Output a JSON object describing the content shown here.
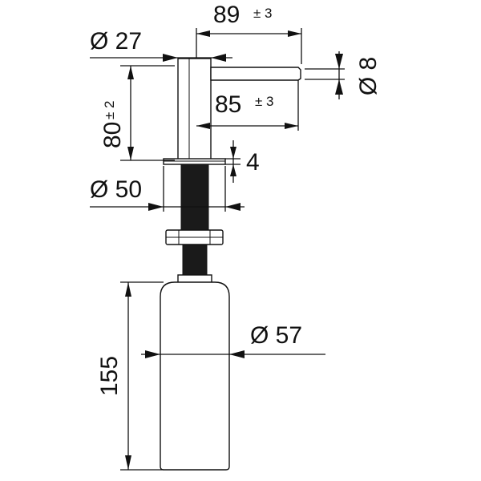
{
  "diagram": {
    "dimensions": {
      "spout_length": {
        "value": "89",
        "tolerance": "± 3"
      },
      "spout_inner_length": {
        "value": "85",
        "tolerance": "± 3"
      },
      "head_diameter": {
        "value": "Ø 27"
      },
      "spout_diameter": {
        "value": "Ø 8"
      },
      "head_height": {
        "value": "80",
        "tolerance": "± 2"
      },
      "flange_thickness": {
        "value": "4"
      },
      "flange_diameter": {
        "value": "Ø 50"
      },
      "bottle_diameter": {
        "value": "Ø 57"
      },
      "bottle_height": {
        "value": "155"
      }
    }
  }
}
